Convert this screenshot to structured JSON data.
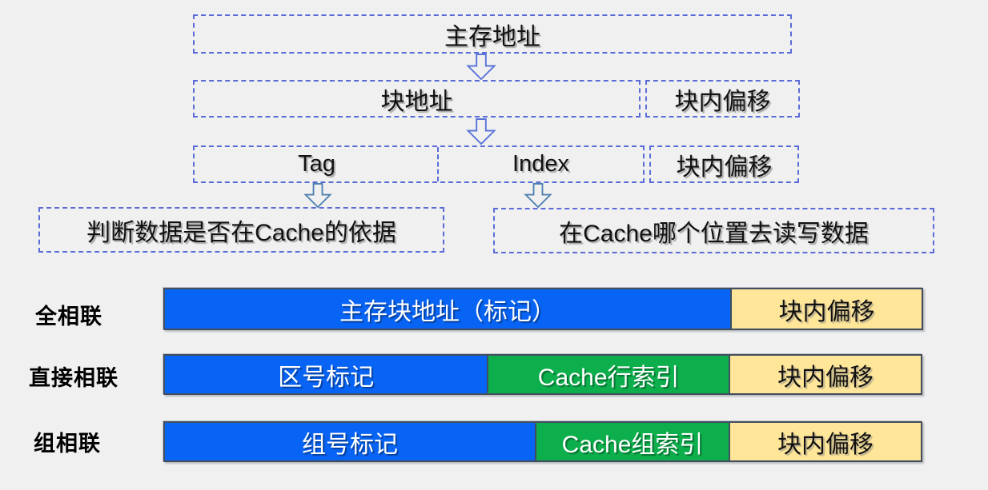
{
  "colors": {
    "background": "#f0f0f1",
    "dashed_border": "#5a6bd8",
    "arrow_outline_top": "#5b74d8",
    "arrow_outline_bottom": "#4e7fae",
    "bar_border": "#424e5e",
    "tag_blue": "#0864f4",
    "index_green": "#0caf4c",
    "offset_yellow": "#ffe699"
  },
  "address_flow": {
    "main_address": "主存地址",
    "block_address": "块地址",
    "block_offset_row2": "块内偏移",
    "tag": "Tag",
    "index": "Index",
    "block_offset_row3": "块内偏移",
    "tag_note": "判断数据是否在Cache的依据",
    "index_note": "在Cache哪个位置去读写数据"
  },
  "mapping_table": {
    "rows": [
      {
        "label": "全相联",
        "segments": [
          {
            "text": "主存块地址（标记）",
            "color": "#0864f4"
          },
          {
            "text": "块内偏移",
            "color": "#ffe699"
          }
        ]
      },
      {
        "label": "直接相联",
        "segments": [
          {
            "text": "区号标记",
            "color": "#0864f4"
          },
          {
            "text": "Cache行索引",
            "color": "#0caf4c"
          },
          {
            "text": "块内偏移",
            "color": "#ffe699"
          }
        ]
      },
      {
        "label": "组相联",
        "segments": [
          {
            "text": "组号标记",
            "color": "#0864f4"
          },
          {
            "text": "Cache组索引",
            "color": "#0caf4c"
          },
          {
            "text": "块内偏移",
            "color": "#ffe699"
          }
        ]
      }
    ]
  }
}
